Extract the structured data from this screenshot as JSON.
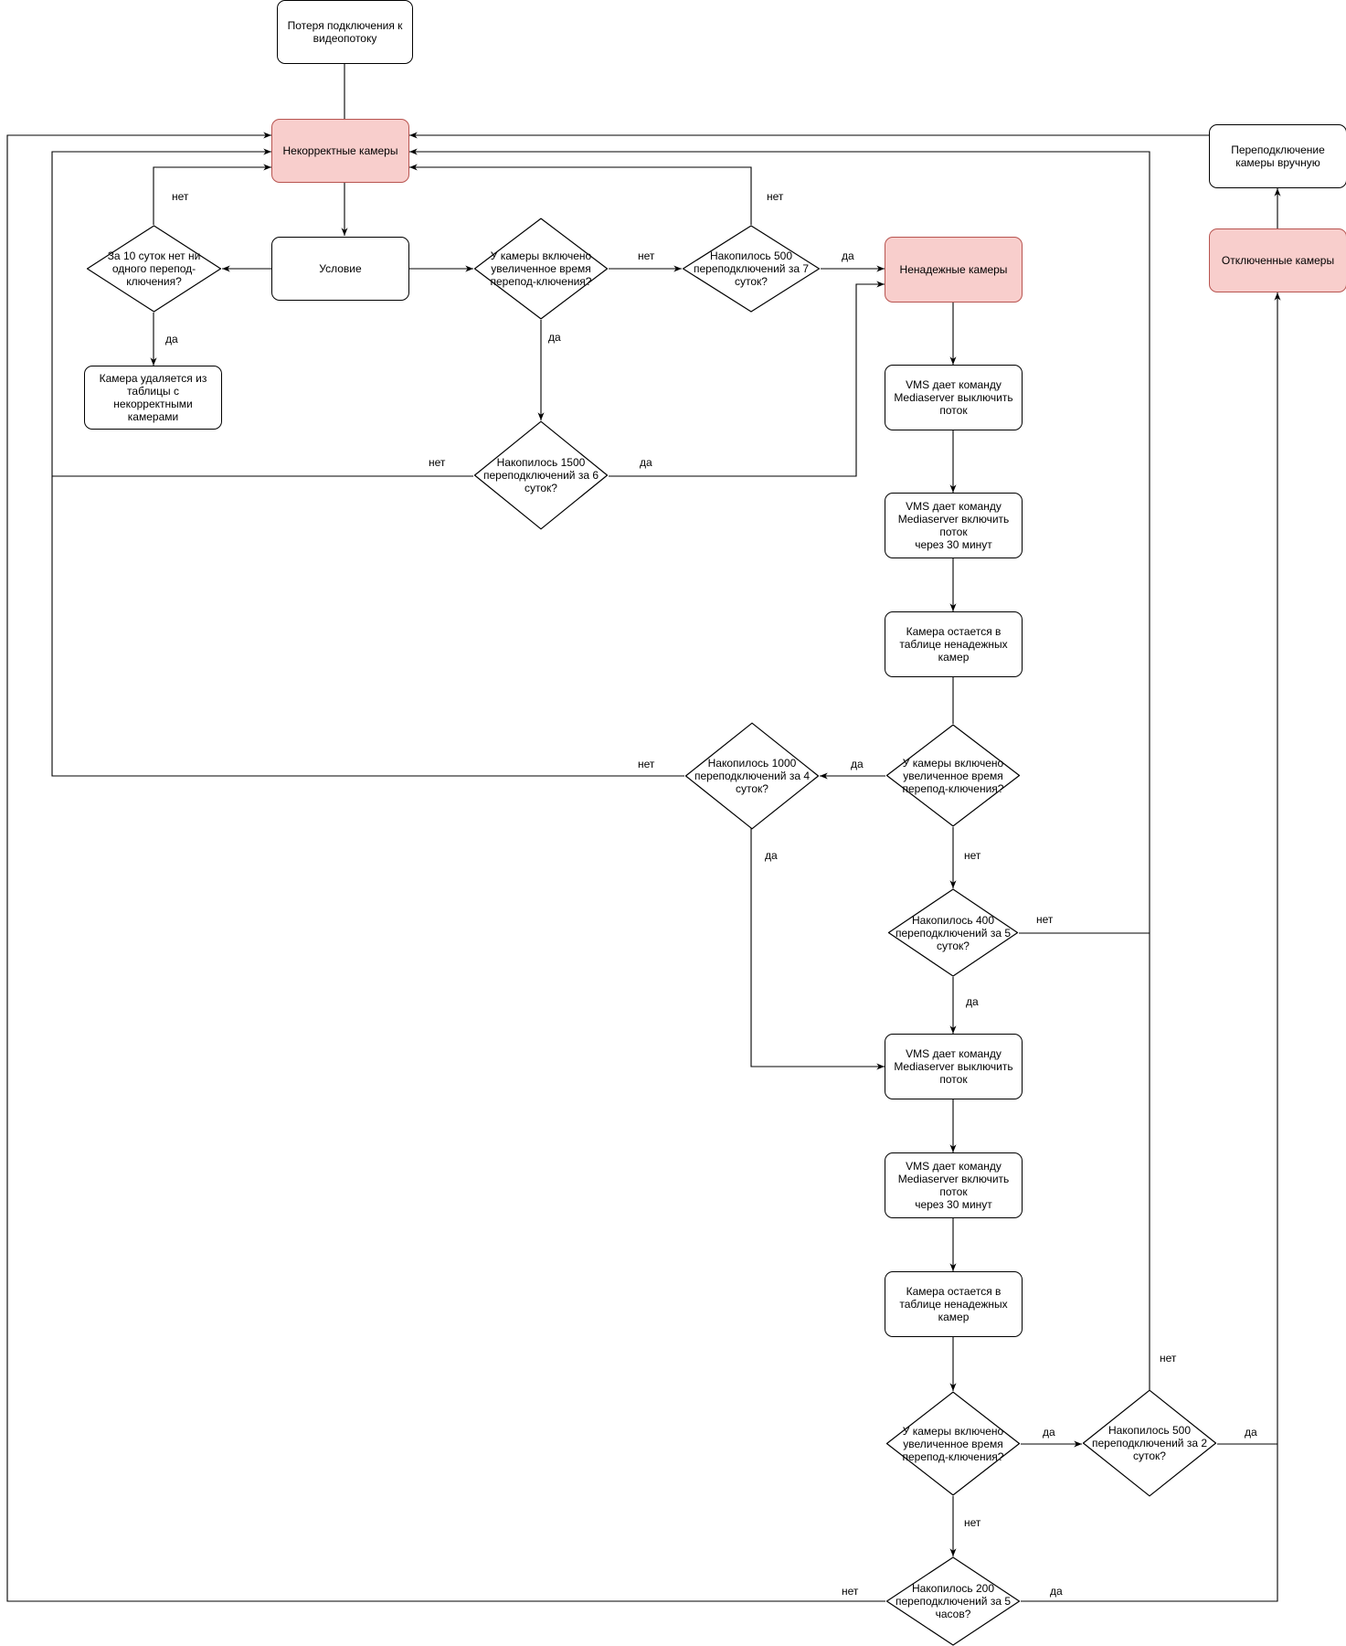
{
  "nodes": {
    "start": "Потеря подключения к видеопотоку",
    "incorrect": "Некорректные камеры",
    "condition": "Условие",
    "d10days": "За 10 суток нет ни одного перепод-ключения?",
    "removed": "Камера удаляется из таблицы с некорректными камерами",
    "d_long1": "У камеры включено увеличенное время перепод-ключения?",
    "d500_7": "Накопилось 500 переподключений за 7 суток?",
    "d1500_6": "Накопилось 1500 переподключений за 6 суток?",
    "unreliable": "Ненадежные камеры",
    "vms_off1": "VMS дает команду Mediaserver выключить поток",
    "vms_on1": "VMS дает команду Mediaserver включить поток\nчерез 30 минут",
    "stays1": "Камера остается в таблице ненадежных камер",
    "d_long2": "У камеры включено увеличенное время перепод-ключения?",
    "d1000_4": "Накопилось 1000 переподключений за 4 суток?",
    "d400_5": "Накопилось 400 переподключений за 5 суток?",
    "vms_off2": "VMS дает команду Mediaserver выключить поток",
    "vms_on2": "VMS дает команду Mediaserver включить поток\nчерез 30 минут",
    "stays2": "Камера остается в таблице ненадежных камер",
    "d_long3": "У камеры включено увеличенное время перепод-ключения?",
    "d500_2": "Накопилось 500 переподключений за 2 суток?",
    "d200_5h": "Накопилось 200 переподключений за 5 часов?",
    "disabled": "Отключенные камеры",
    "manual": "Переподключение камеры вручную"
  },
  "edge_labels": {
    "d10_no": "нет",
    "d10_yes": "да",
    "long1_no": "нет",
    "long1_yes": "да",
    "d500_7_no": "нет",
    "d500_7_yes": "да",
    "d1500_no": "нет",
    "d1500_yes": "да",
    "long2_yes": "да",
    "long2_no": "нет",
    "d1000_no": "нет",
    "d1000_yes": "да",
    "d400_no": "нет",
    "d400_yes": "да",
    "long3_yes": "да",
    "long3_no": "нет",
    "d500_2_no": "нет",
    "d500_2_yes": "да",
    "d200_no": "нет",
    "d200_yes": "да"
  },
  "colors": {
    "highlight_fill": "#f8cecc",
    "highlight_stroke": "#b85450",
    "line": "#000000"
  }
}
